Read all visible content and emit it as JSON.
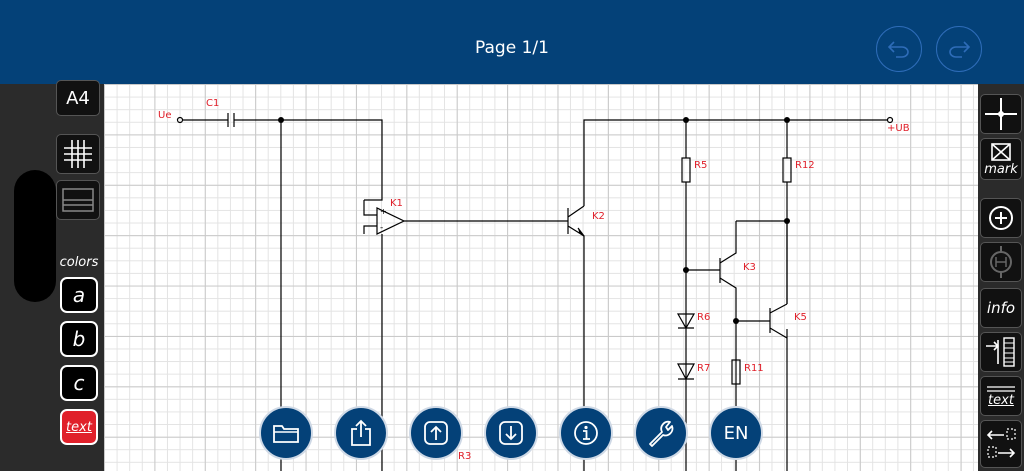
{
  "header": {
    "title": "Page 1/1",
    "undo_icon": "undo-icon",
    "redo_icon": "redo-icon"
  },
  "left_toolbar": {
    "paper_label": "A4",
    "colors_label": "colors",
    "color_buttons": [
      "a",
      "b",
      "c",
      "text"
    ],
    "active_color": "#e0202a"
  },
  "right_toolbar": {
    "mark_label": "mark",
    "info_label": "info",
    "text_label": "text"
  },
  "schematic": {
    "labels": {
      "ue": "Ue",
      "c1": "C1",
      "k1": "K1",
      "k2": "K2",
      "r5": "R5",
      "r12": "R12",
      "ub": "+UB",
      "k3": "K3",
      "k5": "K5",
      "r6": "R6",
      "r7": "R7",
      "r11": "R11",
      "r3": "R3"
    },
    "label_color": "#e0202a"
  },
  "bottom_toolbar": {
    "open_icon": "folder-icon",
    "share_icon": "share-icon",
    "upload_icon": "upload-icon",
    "download_icon": "download-icon",
    "info_icon": "info-icon",
    "settings_icon": "wrench-icon",
    "language": "EN"
  }
}
